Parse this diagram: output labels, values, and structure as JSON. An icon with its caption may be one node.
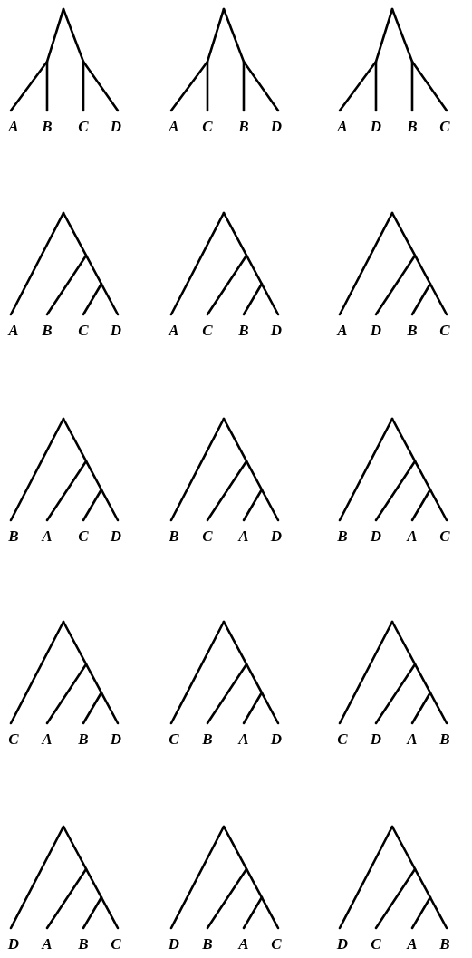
{
  "diagram": {
    "labels": [
      "A",
      "B",
      "C",
      "D",
      "A",
      "C",
      "B",
      "D",
      "A",
      "D",
      "B",
      "C",
      "A",
      "B",
      "C",
      "D",
      "A",
      "C",
      "B",
      "D",
      "A",
      "D",
      "B",
      "C",
      "B",
      "A",
      "C",
      "D",
      "B",
      "C",
      "A",
      "D",
      "B",
      "D",
      "A",
      "C",
      "C",
      "A",
      "B",
      "D",
      "C",
      "B",
      "A",
      "D",
      "C",
      "D",
      "A",
      "B",
      "D",
      "A",
      "B",
      "C",
      "D",
      "B",
      "A",
      "C",
      "D",
      "C",
      "A",
      "B"
    ]
  }
}
